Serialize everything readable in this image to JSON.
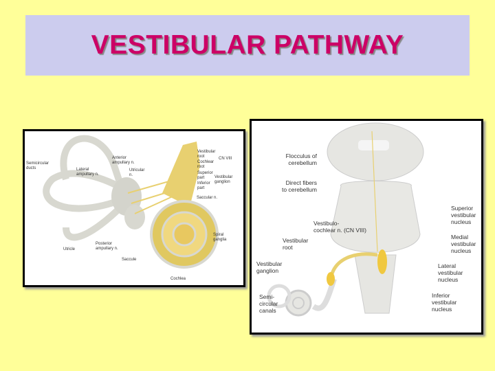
{
  "slide": {
    "title": "VESTIBULAR PATHWAY",
    "title_color": "#cc0066",
    "background": "#ffff99",
    "title_box_color": "#ccccee"
  },
  "figure_left": {
    "labels": {
      "semicircular_ducts": "Semicircular\nducts",
      "lateral_ampullary": "Lateral\nampullary n.",
      "anterior_ampullary": "Anterior\nampullary n.",
      "utricular_n": "Utricular\nn.",
      "vestibular_root": "Vestibular\nroot",
      "cochlear_root": "Cochlear\nroot",
      "cn_viii": "CN VIII",
      "superior_part": "Superior\npart",
      "inferior_part": "Inferior\npart",
      "vestibular_ganglion": "Vestibular\nganglion",
      "saccular_n": "Saccular n.",
      "spiral_ganglia": "Spiral\nganglia",
      "utricle": "Utricle",
      "posterior_ampullary": "Posterior\nampullary n.",
      "saccule": "Saccule",
      "cochlea": "Cochlea"
    }
  },
  "figure_right": {
    "labels": {
      "flocculus": "Flocculus of\ncerebellum",
      "direct_fibers": "Direct fibers\nto cerebellum",
      "vestibulocochlear": "Vestibulo-\ncochlear n. (CN VIII)",
      "vestibular_root": "Vestibular\nroot",
      "vestibular_ganglion": "Vestibular\nganglion",
      "semicircular_canals": "Semi-\ncircular\ncanals",
      "superior_nucleus": "Superior\nvestibular\nnucleus",
      "medial_nucleus": "Medial\nvestibular\nnucleus",
      "lateral_nucleus": "Lateral\nvestibular\nnucleus",
      "inferior_nucleus": "Inferior\nvestibular\nnucleus"
    }
  }
}
